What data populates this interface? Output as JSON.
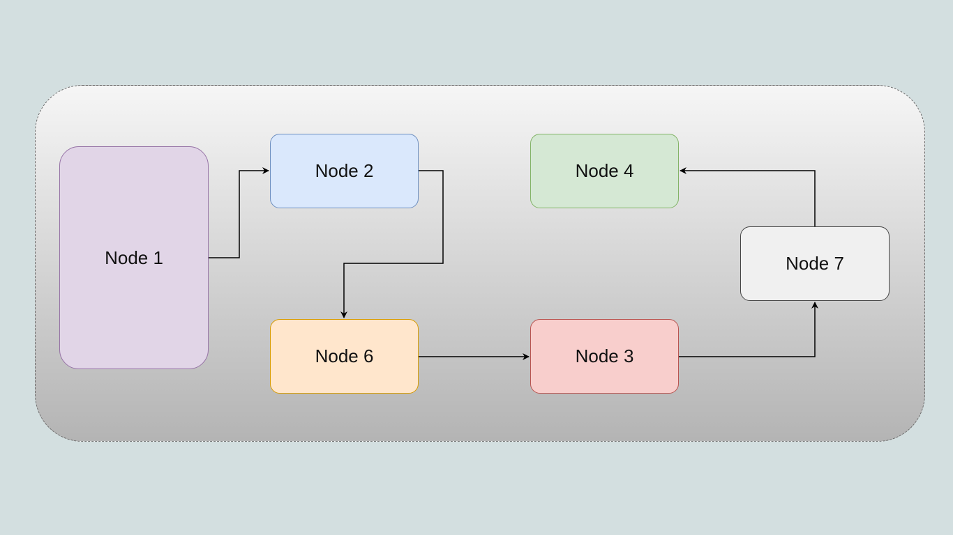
{
  "diagram": {
    "background_color": "#d3dfe0",
    "nodes": [
      {
        "id": "n1",
        "label": "Node 1",
        "fill": "#e1d5e7",
        "stroke": "#9673a6"
      },
      {
        "id": "n2",
        "label": "Node 2",
        "fill": "#dae8fc",
        "stroke": "#6c8ebf"
      },
      {
        "id": "n4",
        "label": "Node 4",
        "fill": "#d5e8d4",
        "stroke": "#82b366"
      },
      {
        "id": "n7",
        "label": "Node 7",
        "fill": "#f0f0f0",
        "stroke": "#444444"
      },
      {
        "id": "n6",
        "label": "Node 6",
        "fill": "#ffe6cc",
        "stroke": "#d79b00"
      },
      {
        "id": "n3",
        "label": "Node 3",
        "fill": "#f8cecc",
        "stroke": "#b85450"
      }
    ],
    "edges": [
      {
        "from": "Node 1",
        "to": "Node 2"
      },
      {
        "from": "Node 2",
        "to": "Node 6"
      },
      {
        "from": "Node 6",
        "to": "Node 3"
      },
      {
        "from": "Node 3",
        "to": "Node 7"
      },
      {
        "from": "Node 7",
        "to": "Node 4"
      }
    ]
  }
}
